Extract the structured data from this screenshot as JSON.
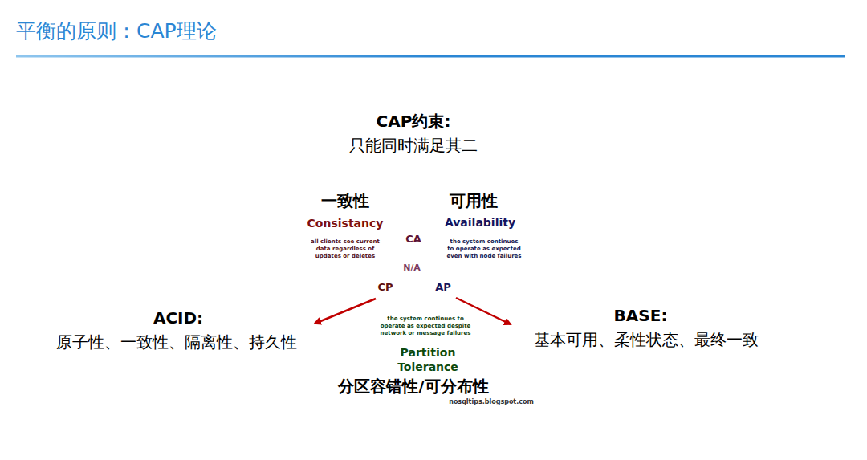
{
  "diagram": {
    "title": "平衡的原则：CAP理论",
    "nodes": [
      {
        "text": [
          "一致性",
          "Consistancy",
          "all clients see current data regardless of updates or deletes"
        ]
      },
      {
        "text": [
          "可用性",
          "Availability",
          "the system continues to operate as expected even with node failures"
        ]
      },
      {
        "text": [
          "the system continues to operate as expected despite network or message failures",
          "Partition Tolerance",
          "分区容错性/可分布性"
        ]
      }
    ],
    "labels": [
      "CAP约束:",
      "只能同时满足其二",
      "CA",
      "N/A",
      "CP",
      "AP",
      "ACID:",
      "原子性、一致性、隔离性、持久性",
      "BASE:",
      "基本可用、柔性状态、最终一致",
      "nosqltips.blogspot.com"
    ]
  }
}
